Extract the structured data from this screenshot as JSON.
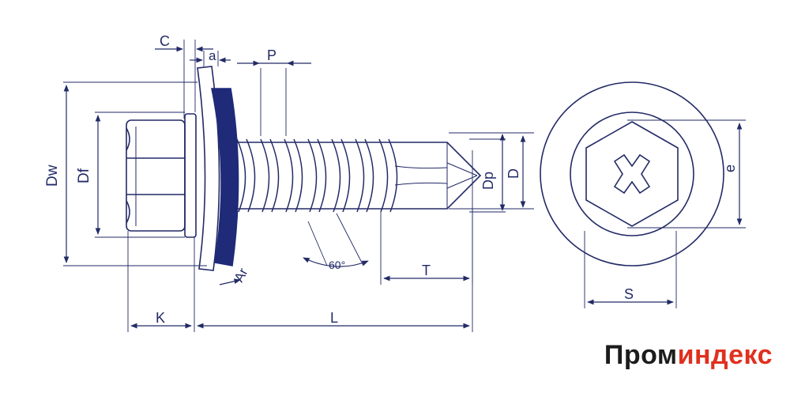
{
  "labels": {
    "c": "C",
    "a": "a",
    "p": "P",
    "dw": "Dw",
    "df": "Df",
    "dp": "Dp",
    "d": "D",
    "e": "e",
    "ar": "Ar",
    "angle": "60°",
    "t": "T",
    "s": "S",
    "k": "K",
    "l": "L"
  },
  "logo": {
    "part1": "Пром",
    "part2": "индекс"
  },
  "colors": {
    "line": "#222a66",
    "washer_fill": "#1f2a78",
    "logo_dark": "#1c1c1c",
    "logo_accent": "#e0301e"
  }
}
